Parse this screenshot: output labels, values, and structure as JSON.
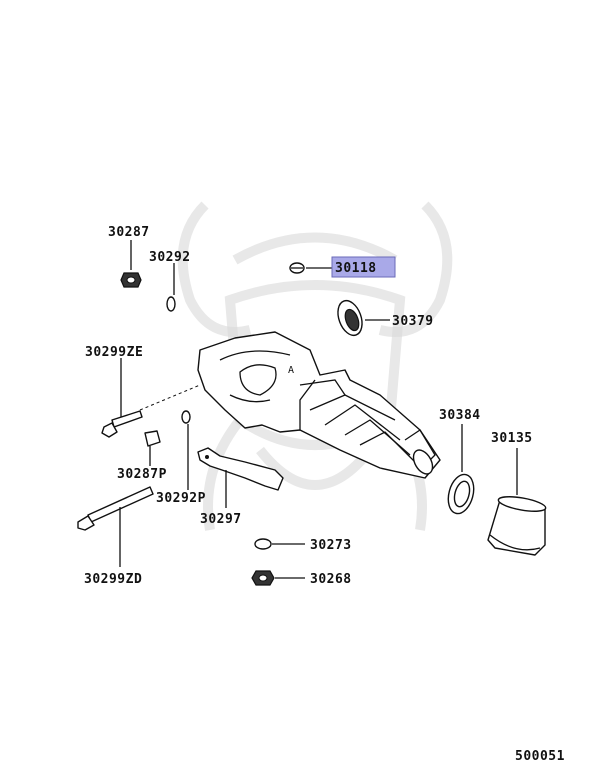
{
  "diagram": {
    "footer_code": "500051",
    "highlight_color": "#a9a9e8",
    "watermark_icon": "samurai-helmet-watermark-icon",
    "parts": [
      {
        "id": "p30287",
        "label": "30287"
      },
      {
        "id": "p30292",
        "label": "30292"
      },
      {
        "id": "p30118",
        "label": "30118",
        "highlighted": true
      },
      {
        "id": "p30379",
        "label": "30379"
      },
      {
        "id": "p30299ze",
        "label": "30299ZE"
      },
      {
        "id": "p30384",
        "label": "30384"
      },
      {
        "id": "p30135",
        "label": "30135"
      },
      {
        "id": "p30287p",
        "label": "30287P"
      },
      {
        "id": "p30292p",
        "label": "30292P"
      },
      {
        "id": "p30297",
        "label": "30297"
      },
      {
        "id": "p30273",
        "label": "30273"
      },
      {
        "id": "p30299zd",
        "label": "30299ZD"
      },
      {
        "id": "p30268",
        "label": "30268"
      }
    ]
  }
}
